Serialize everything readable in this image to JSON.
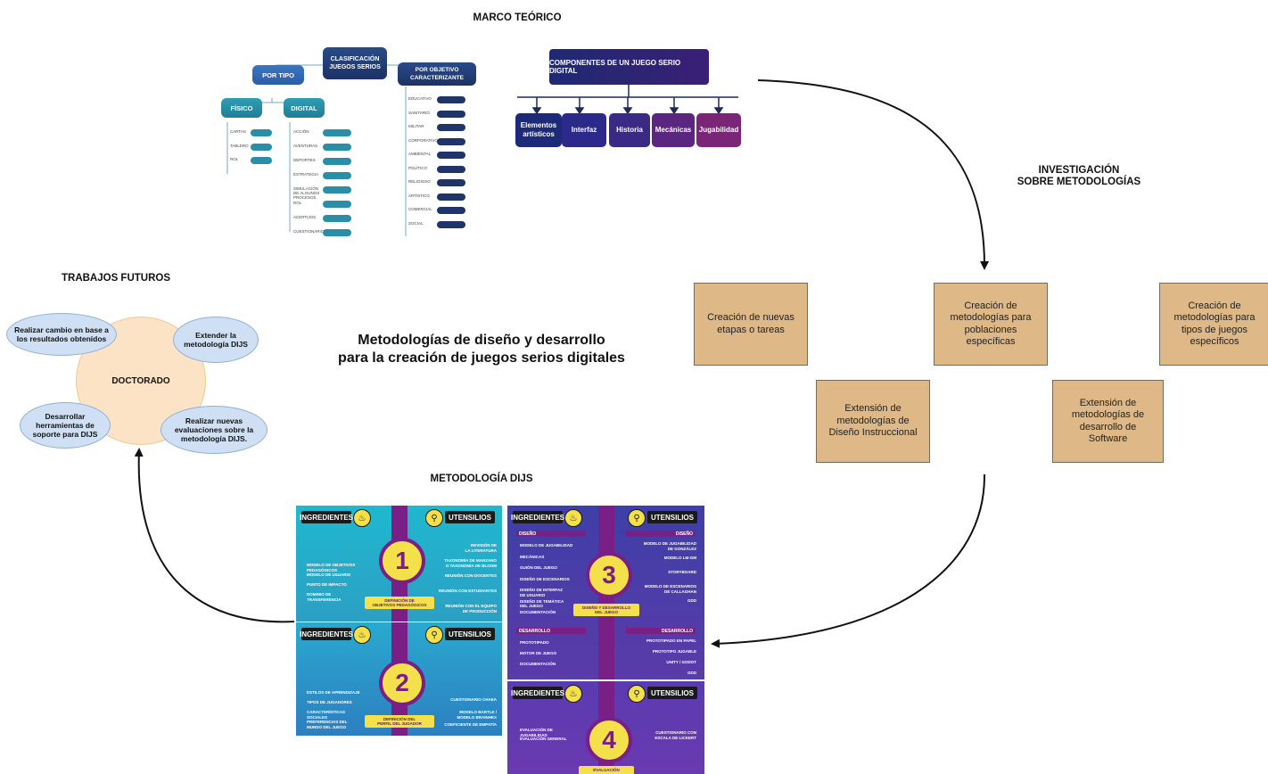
{
  "headings": {
    "marco": "MARCO TEÓRICO",
    "investigacion": "INVESTIGACIÓN\nSOBRE METODOLOGÍAS",
    "futuros": "TRABAJOS FUTUROS",
    "dijs": "METODOLOGÍA DIJS"
  },
  "center_title": "Metodologías de diseño y desarrollo\npara la creación de juegos serios digitales",
  "taxonomy": {
    "root": "CLASIFICACIÓN\nJUEGOS SERIOS",
    "por_tipo": "POR TIPO",
    "por_objetivo": "POR OBJETIVO\nCARACTERIZANTE",
    "fisico": "FÍSICO",
    "digital": "DIGITAL",
    "fisico_items": [
      "CARTAS",
      "TABLERO",
      "ROL"
    ],
    "digital_items": [
      "ACCIÓN",
      "AVENTURAS",
      "DEPORTES",
      "ESTRATEGIA",
      "SIMULACIÓN\nDE ALGUNOS PROCESOS",
      "ROL",
      "ACERTIJOS",
      "CUESTIONARIOS"
    ],
    "objetivo_items": [
      "EDUCATIVO",
      "SANITARIO",
      "MILITAR",
      "CORPORATIVO",
      "AMBIENTAL",
      "POLÍTICO",
      "RELIGIOSO",
      "ARTÍSTICO",
      "COMERCIAL",
      "SOCIAL"
    ]
  },
  "components": {
    "title": "COMPONENTES DE UN JUEGO SERIO DIGITAL",
    "items": [
      "Elementos\nartísticos",
      "Interfaz",
      "Historia",
      "Mecánicas",
      "Jugabilidad"
    ],
    "colors": [
      "#1d2a78",
      "#2b2a8a",
      "#3a2a86",
      "#5a2680",
      "#7a2577"
    ]
  },
  "methods": {
    "etapas": "Creación de nuevas\netapas o tareas",
    "poblaciones": "Creación de\nmetodologías para\npoblaciones\nespecíficas",
    "tipos": "Creación de\nmetodologías para\ntipos de juegos\nespecíficos",
    "instruccional": "Extensión de\nmetodologías de\nDiseño Instruccional",
    "software": "Extensión de\nmetodologías de\ndesarrollo de\nSoftware"
  },
  "future": {
    "center": "DOCTORADO",
    "items": [
      "Realizar cambio en base a\nlos resultados obtenidos",
      "Extender la\nmetodología DIJS",
      "Desarrollar\nherramientas de\nsoporte para DIJS",
      "Realizar nuevas\nevaluaciones sobre la\nmetodología DIJS."
    ]
  },
  "panels": {
    "ingredientes": "INGREDIENTES",
    "utensilios": "UTENSILIOS",
    "p1": {
      "number": "1",
      "label": "DEFINICIÓN DE\nOBJETIVOS PEDAGÓGICOS",
      "left": [
        "MODELO DE OBJETIVOS\nPEDAGÓGICOS",
        "MODELO DE USUARIO",
        "PUNTO DE IMPACTO",
        "DOMINIO DE\nTRANSFERENCIA"
      ],
      "right": [
        "REVISIÓN DE\nLA LITERATURA",
        "TAXONOMÍA DE MARZANO\nO TAXONOMÍA DE BLOOM",
        "REUNIÓN CON DOCENTES",
        "REUNIÓN CON ESTUDIANTES",
        "REUNIÓN CON EL EQUIPO\nDE PRODUCCIÓN"
      ]
    },
    "p2": {
      "number": "2",
      "label": "DEFINICIÓN DEL\nPERFIL DEL JUGADOR",
      "left": [
        "ESTILOS DE APRENDIZAJE",
        "TIPOS DE JUGADORES",
        "CARACTERÍSTICAS SOCIALES",
        "PREFERENCIAS DEL\nMUNDO DEL JUEGO"
      ],
      "right": [
        "CUESTIONARIO CHAEA",
        "MODELO BARTLE /\nMODELO BRAINHEX",
        "COEFICIENTE DE EMPATÍA"
      ]
    },
    "p3": {
      "number": "3",
      "label": "DISEÑO Y DESARROLLO\nDEL JUEGO",
      "diseno": "DISEÑO",
      "desarrollo": "DESARROLLO",
      "left_diseno": [
        "MODELO DE JUGABILIDAD",
        "MECÁNICAS",
        "GUIÓN DEL JUEGO",
        "DISEÑO DE ESCENARIOS",
        "DISEÑO DE INTERFAZ\nDE USUARIO",
        "DISEÑO DE TEMÁTICA\nDEL JUEGO",
        "DOCUMENTACIÓN"
      ],
      "right_diseno": [
        "MODELO DE JUGABILIDAD\nDE GONZÁLEZ",
        "MODELO LM-GM",
        "STORYBOARD",
        "MODELO DE ESCENARIOS\nDE CALLAGHAN",
        "GDD"
      ],
      "left_desarrollo": [
        "PROTOTIPADO",
        "MOTOR DE JUEGO",
        "DOCUMENTACIÓN"
      ],
      "right_desarrollo": [
        "PROTOTIPADO EN PAPEL",
        "PROTOTIPO JUGABLE",
        "UNITY / GODOT",
        "GDD"
      ]
    },
    "p4": {
      "number": "4",
      "label": "EVALUACIÓN",
      "left": [
        "EVALUACIÓN DE\nJUGABILIDAD",
        "EVALUACIÓN GENERAL"
      ],
      "right": [
        "CUESTIONARIO CON\nESCALA DE LICKERT"
      ]
    }
  }
}
